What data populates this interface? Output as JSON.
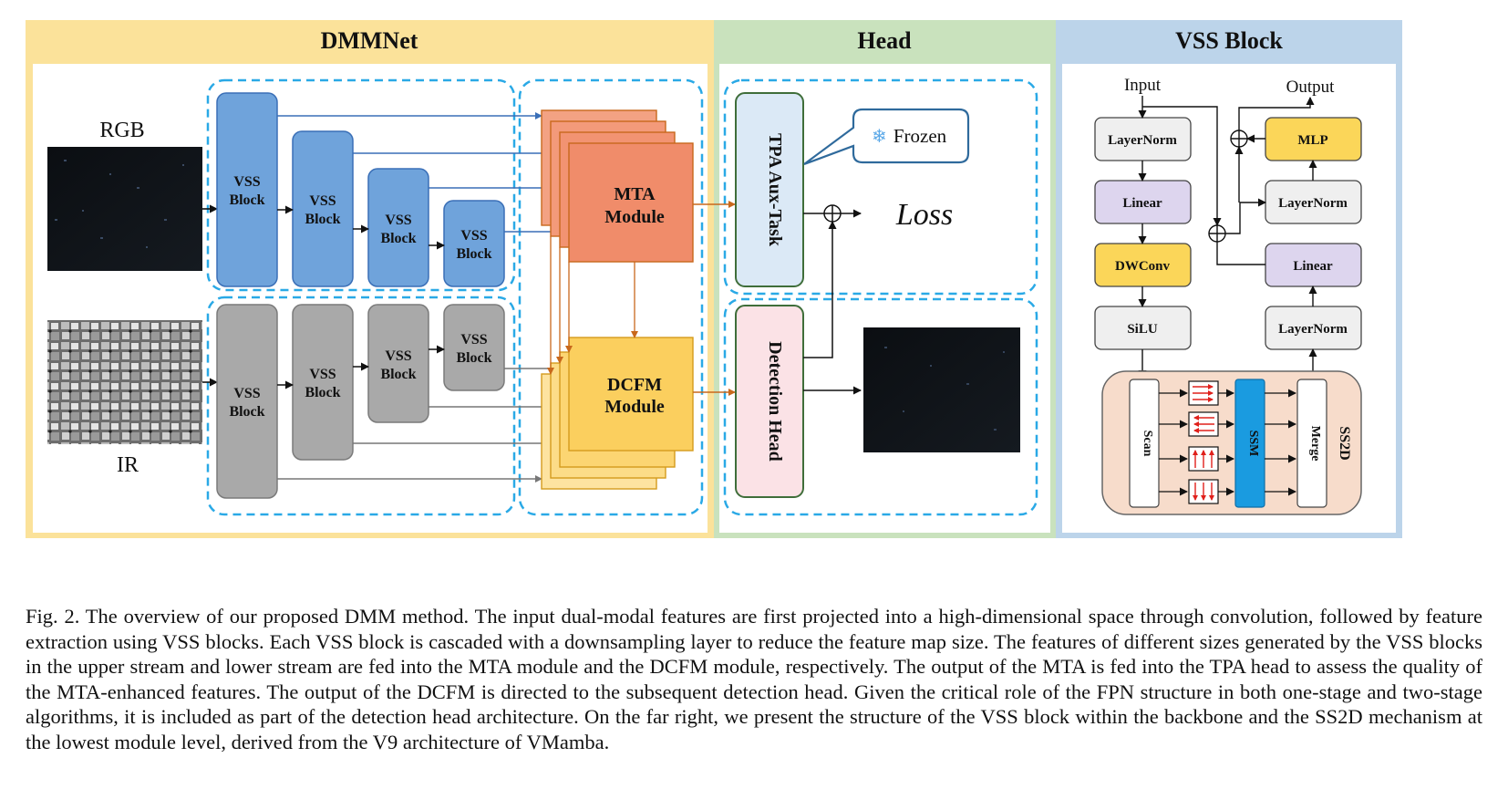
{
  "panels": {
    "dmmnet_title": "DMMNet",
    "head_title": "Head",
    "vss_title": "VSS Block"
  },
  "inputs": {
    "rgb_label": "RGB",
    "ir_label": "IR"
  },
  "upper_stream": {
    "blocks": [
      "VSS",
      "VSS",
      "VSS",
      "VSS"
    ],
    "block_word": "Block"
  },
  "lower_stream": {
    "blocks": [
      "VSS",
      "VSS",
      "VSS",
      "VSS"
    ],
    "block_word": "Block"
  },
  "modules": {
    "mta_line1": "MTA",
    "mta_line2": "Module",
    "dcfm_line1": "DCFM",
    "dcfm_line2": "Module"
  },
  "head": {
    "tpa_label": "TPA Aux-Task",
    "frozen_label": "Frozen",
    "loss_label": "Loss",
    "detection_label": "Detection Head"
  },
  "vss_block": {
    "input_label": "Input",
    "output_label": "Output",
    "left_column": [
      "LayerNorm",
      "Linear",
      "DWConv",
      "SiLU"
    ],
    "right_column": [
      "MLP",
      "LayerNorm",
      "Linear",
      "LayerNorm"
    ],
    "scan_label": "Scan",
    "ssm_label": "SSM",
    "merge_label": "Merge",
    "ss2d_label": "SS2D"
  },
  "colors": {
    "dmmnet_bg": "#fbe29a",
    "head_bg": "#c9e2bd",
    "vss_bg": "#bcd4ea",
    "dashed": "#2aa9e6",
    "vss_blue": "#6fa3db",
    "vss_gray": "#a9a9a9",
    "mta": "#f08c6a",
    "dcfm": "#fbcf5e",
    "tpa": "#dbe9f6",
    "detection": "#fbe2e6",
    "linear_purple": "#ddd5ee",
    "yellow": "#fbd659",
    "ss2d_bg": "#f7dccb",
    "ssm_blue": "#1a9be0"
  },
  "caption": {
    "text": "Fig. 2.  The overview of our proposed DMM method. The input dual-modal features are first projected into a high-dimensional space through convolution, followed by feature extraction using VSS blocks. Each VSS block is cascaded with a downsampling layer to reduce the feature map size. The features of different sizes generated by the VSS blocks in the upper stream and lower stream are fed into the MTA module and the DCFM module, respectively. The output of the MTA is fed into the TPA head to assess the quality of the MTA-enhanced features. The output of the DCFM is directed to the subsequent detection head. Given the critical role of the FPN structure in both one-stage and two-stage algorithms, it is included as part of the detection head architecture. On the far right, we present the structure of the VSS block within the backbone and the SS2D mechanism at the lowest module level, derived from the V9 architecture of VMamba."
  }
}
